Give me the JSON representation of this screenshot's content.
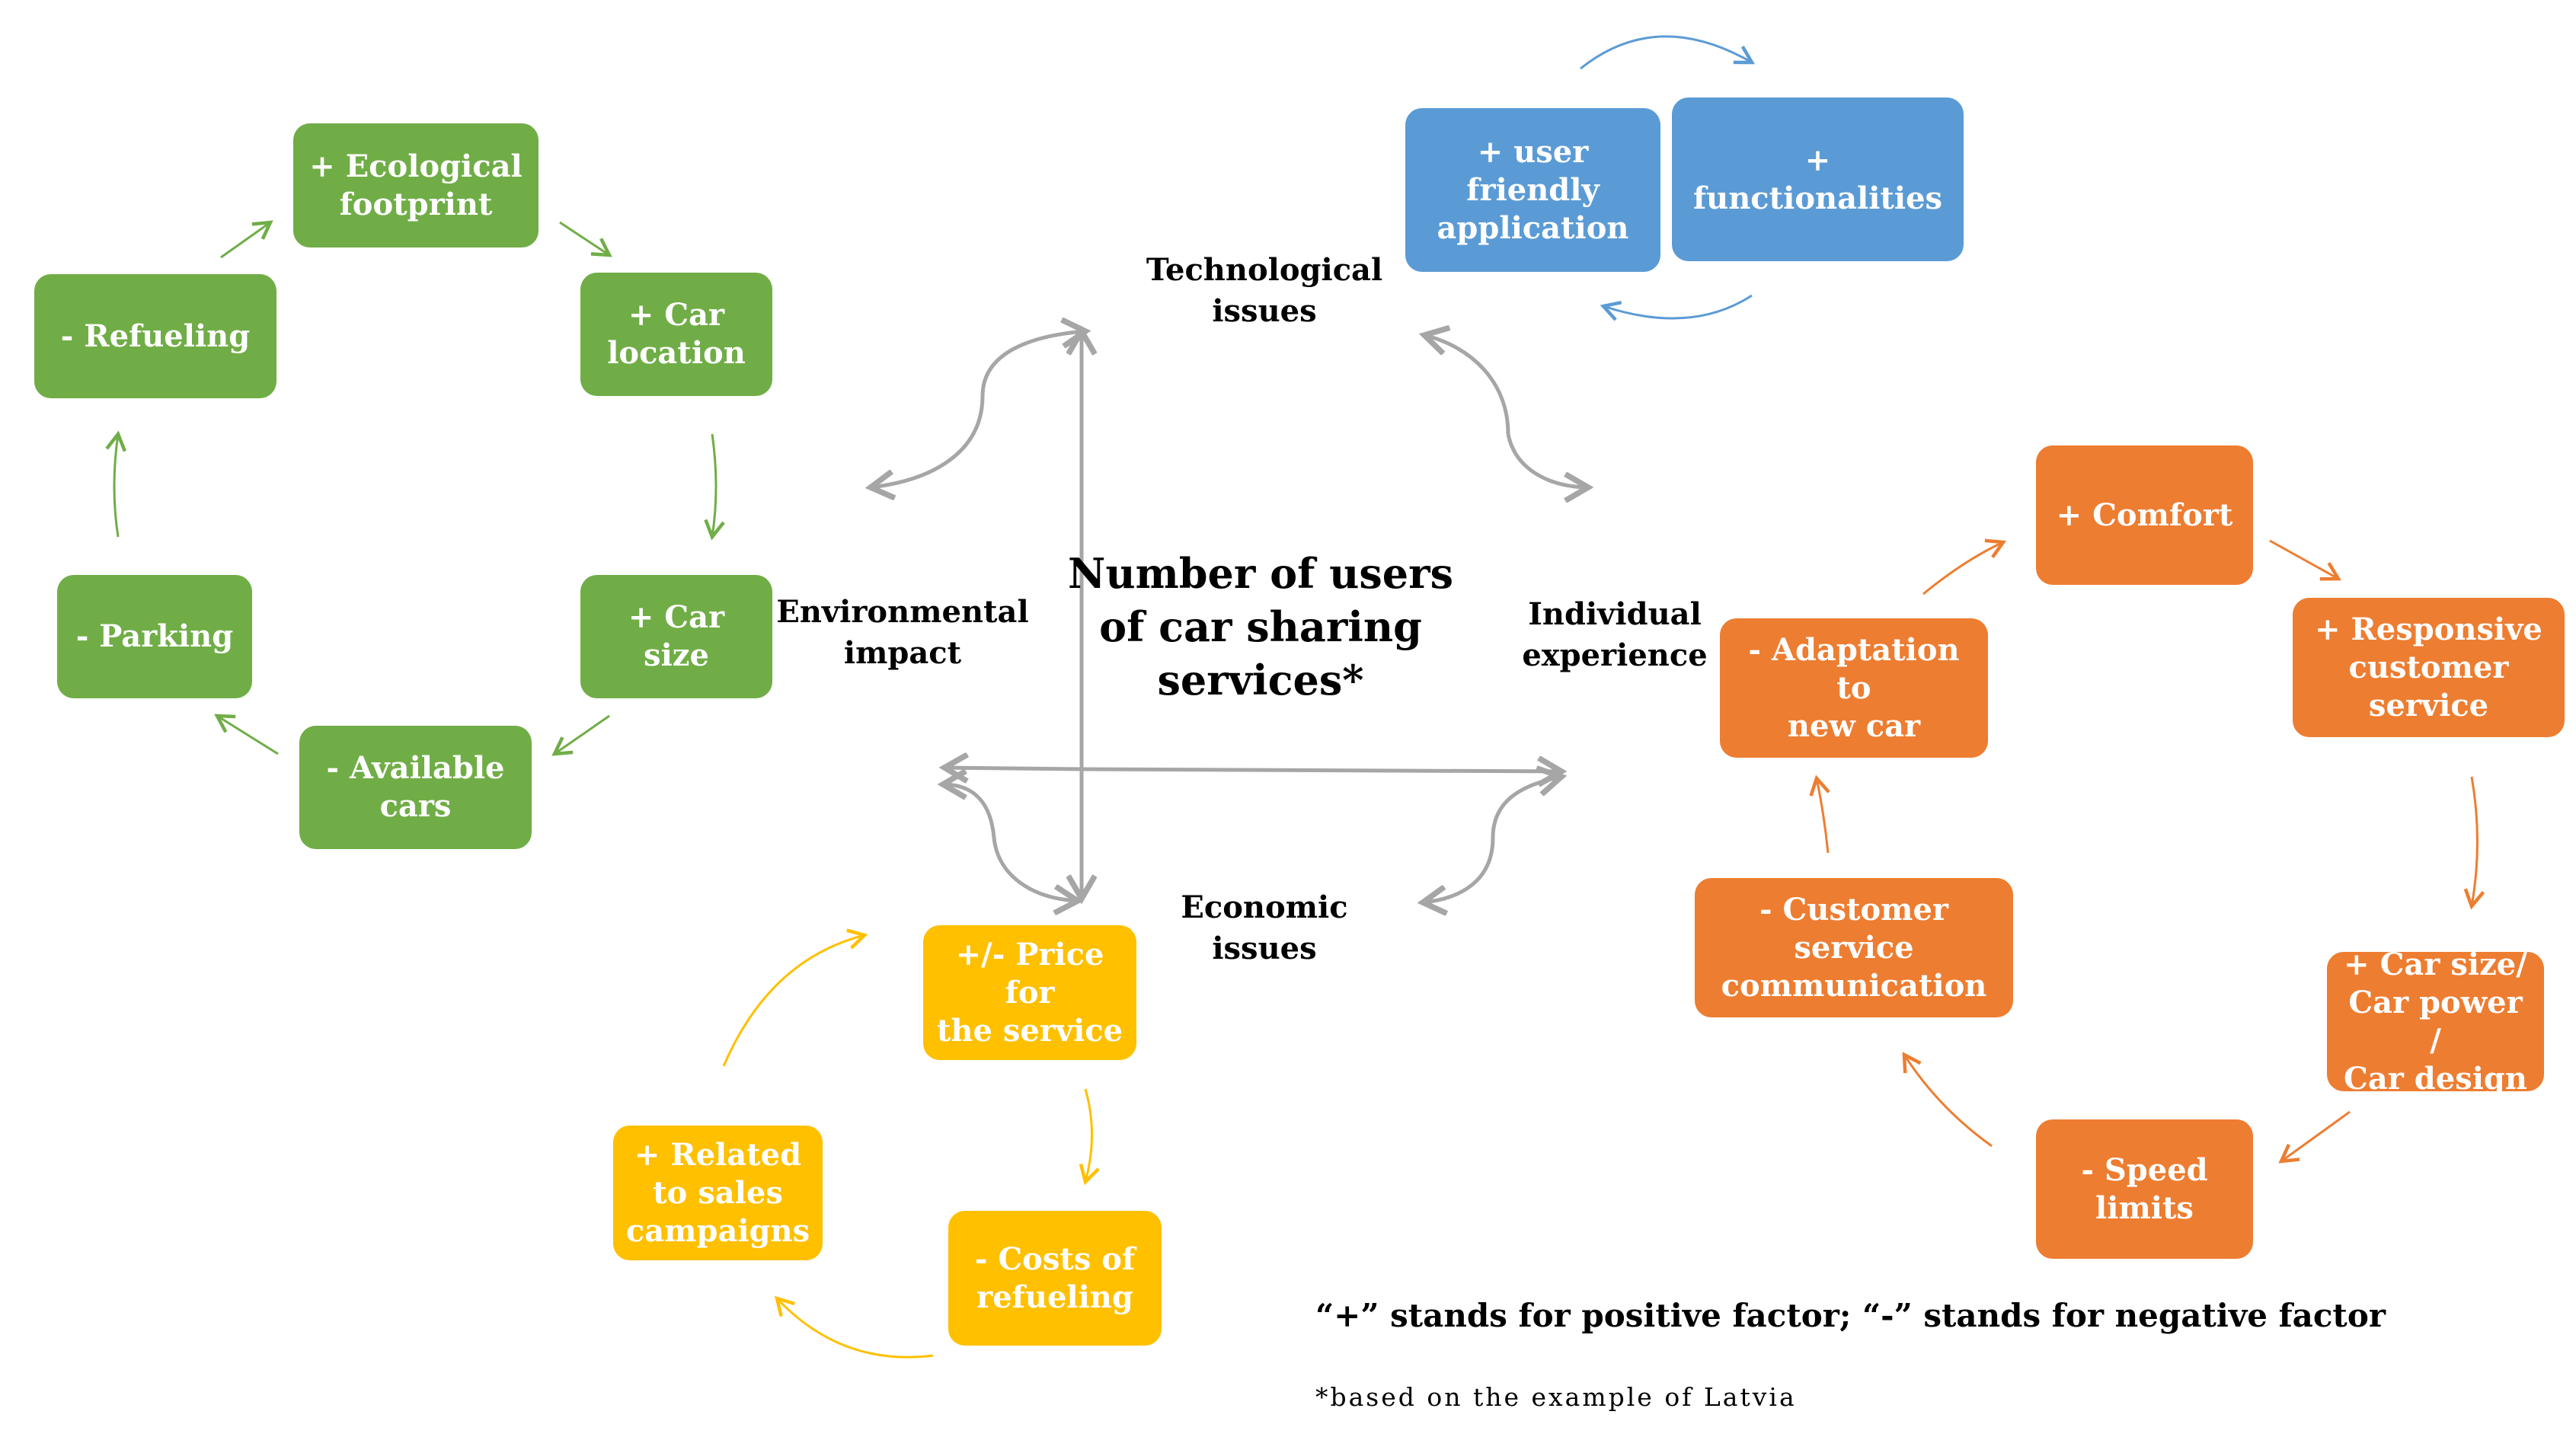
{
  "center": {
    "title": [
      "Number of users",
      "of car sharing",
      "services*"
    ]
  },
  "categories": {
    "technological": [
      "Technological",
      "issues"
    ],
    "environmental": [
      "Environmental",
      "impact"
    ],
    "individual": [
      "Individual",
      "experience"
    ],
    "economic": [
      "Economic",
      "issues"
    ]
  },
  "green_boxes": {
    "ecological": [
      "+ Ecological",
      "footprint"
    ],
    "car_location": [
      "+ Car",
      "location"
    ],
    "car_size": [
      "+ Car size"
    ],
    "available_cars": [
      "- Available",
      "cars"
    ],
    "parking": [
      "- Parking"
    ],
    "refueling": [
      "- Refueling"
    ]
  },
  "blue_boxes": {
    "user_friendly": [
      "+ user",
      "friendly",
      "application"
    ],
    "functionalities": [
      "+ functionalities"
    ]
  },
  "orange_boxes": {
    "comfort": [
      "+ Comfort"
    ],
    "responsive": [
      "+ Responsive",
      "customer",
      "service"
    ],
    "car_design": [
      "+ Car size/",
      "Car power /",
      "Car design"
    ],
    "speed_limits": [
      "- Speed",
      "limits"
    ],
    "customer_comm": [
      "- Customer",
      "service",
      "communication"
    ],
    "adaptation": [
      "- Adaptation to",
      "new car"
    ]
  },
  "yellow_boxes": {
    "price": [
      "+/- Price for",
      "the service"
    ],
    "costs_refueling": [
      "- Costs of",
      "refueling"
    ],
    "sales_campaigns": [
      "+ Related",
      "to sales",
      "campaigns"
    ]
  },
  "legend": "“+” stands for positive factor; “-” stands for negative factor",
  "footnote": "*based on the example of Latvia",
  "colors": {
    "green": "#70ad47",
    "blue": "#5b9bd5",
    "orange": "#ed7d31",
    "yellow": "#ffc000",
    "gray_arrow": "#a6a6a6"
  }
}
